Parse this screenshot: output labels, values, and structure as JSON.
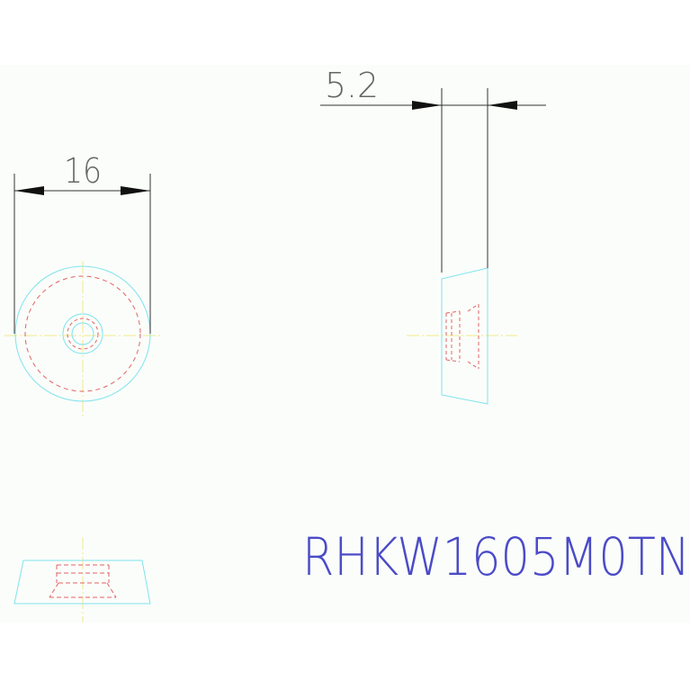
{
  "drawing": {
    "dim_width_label": "16",
    "dim_thickness_label": "5.2",
    "part_code": "RHKW1605M0TN",
    "colors": {
      "background": "#fbfdfa",
      "outline": "#7fe3ef",
      "hidden": "#e06464",
      "centerline": "#f3e98a",
      "dimension": "#333333",
      "text_dim": "#666666",
      "text_part": "#4b4bc8"
    }
  }
}
